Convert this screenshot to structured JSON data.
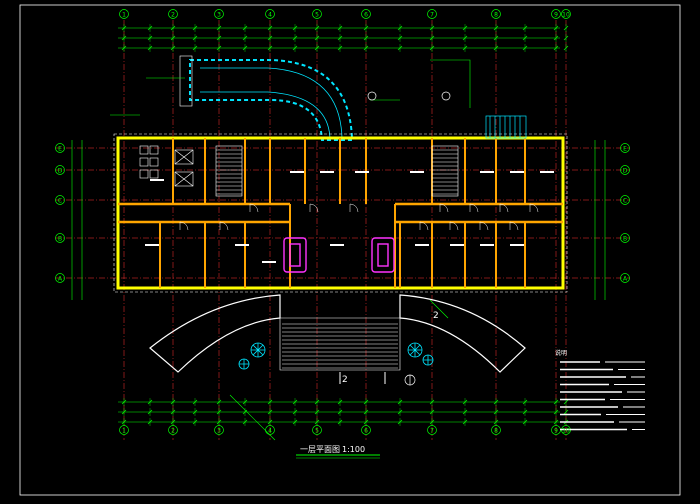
{
  "drawing": {
    "title_text": "一层平面图",
    "scale_text": "1:100"
  },
  "axes": {
    "columns": [
      "1",
      "2",
      "3",
      "4",
      "5",
      "6",
      "7",
      "8",
      "9",
      "10"
    ],
    "rows": [
      "E",
      "D",
      "C",
      "B",
      "A"
    ]
  },
  "section_marks": [
    "2",
    "2"
  ],
  "notes": {
    "header": "说明",
    "count": "10"
  },
  "colors": {
    "background": "#000000",
    "wall": "#ffff00",
    "axis": "#ff3333",
    "dimension": "#00ff00",
    "room_text": "#ffffff",
    "canopy": "#00e5ff",
    "furniture": "#ff33ff",
    "hatch": "#3366ff"
  },
  "icons": [
    "north-arrow-icon",
    "plant-symbol-icon",
    "section-mark-icon"
  ]
}
